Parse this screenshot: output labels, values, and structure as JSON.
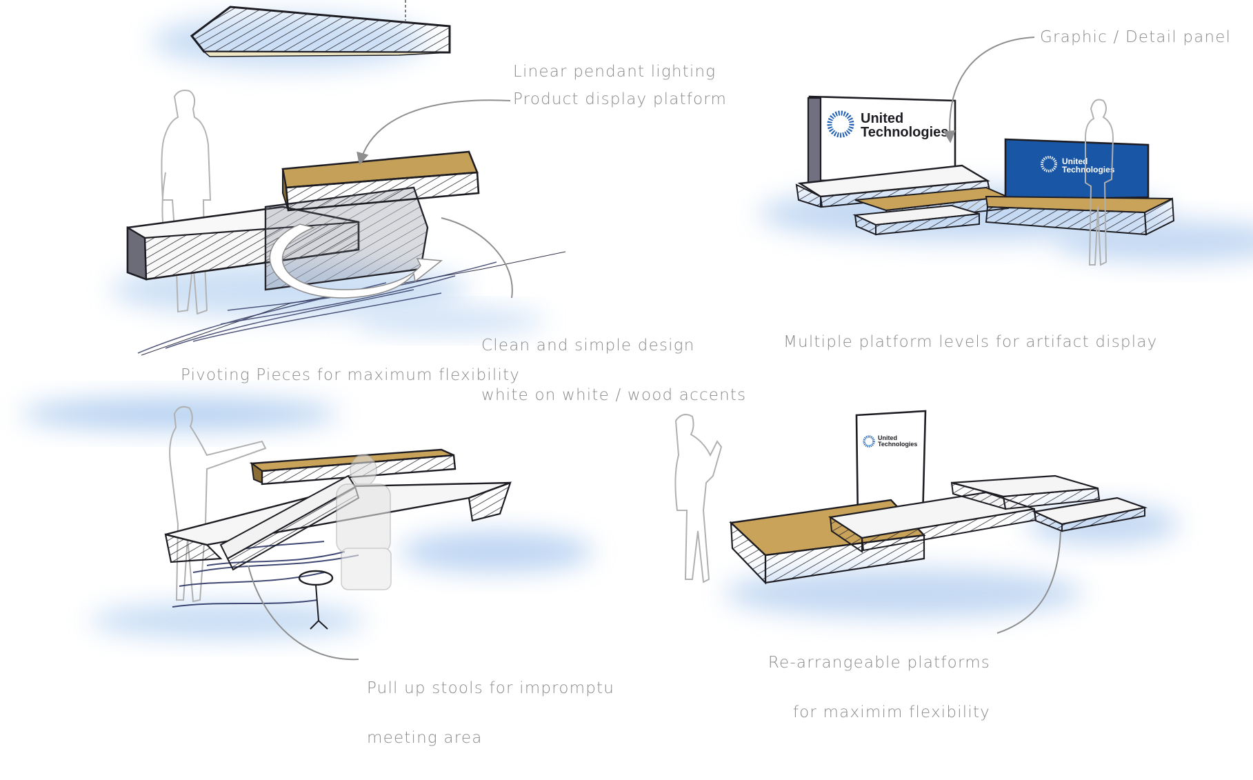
{
  "annotations": {
    "linear_pendant_lighting": "Linear pendant lighting",
    "product_display_platform": "Product display platform",
    "clean_simple_1": "Clean and simple design",
    "clean_simple_2": "white on white / wood accents",
    "pivoting_pieces": "Pivoting Pieces for maximum flexibility",
    "graphic_detail_panel": "Graphic / Detail panel",
    "multiple_platform_levels": "Multiple platform levels for artifact display",
    "pull_up_stools_1": "Pull up stools for impromptu",
    "pull_up_stools_2": "meeting area",
    "rearrangeable_1": "Re-arrangeable platforms",
    "rearrangeable_2": "for maximim flexibility"
  },
  "logos": {
    "brand_line1": "United",
    "brand_line2": "Technologies"
  },
  "colors": {
    "wood": "#c9a35a",
    "wood_dark": "#a07f3c",
    "brand_blue": "#1a56a6",
    "ink": "#1c1c22",
    "pencil": "#a8a8a8",
    "wash_blue": "#9cbfe8",
    "label_gray": "#8a8a8a"
  }
}
